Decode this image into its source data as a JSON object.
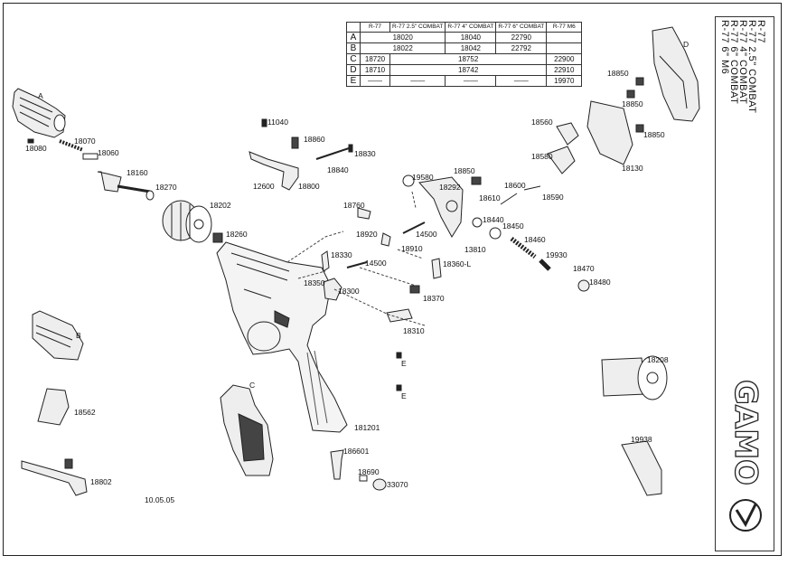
{
  "model_list": [
    "R-77",
    "R-77 2.5\" COMBAT",
    "R-77 4\" COMBAT",
    "R-77 6\" COMBAT",
    "R-77 6\" M6"
  ],
  "brand": "GAMO",
  "date": "10.05.05",
  "reference_table": {
    "headers": [
      "",
      "R-77",
      "R-77 2.5\" COMBAT",
      "R-77 4\" COMBAT",
      "R-77 6\" COMBAT",
      "R-77 M6"
    ],
    "rows": [
      {
        "variant": "A",
        "cells": [
          "18020",
          "18040",
          "22790"
        ]
      },
      {
        "variant": "B",
        "cells": [
          "18022",
          "18042",
          "22792"
        ]
      },
      {
        "variant": "C",
        "cells": [
          "18720",
          "18752",
          "22900"
        ]
      },
      {
        "variant": "D",
        "cells": [
          "18710",
          "18742",
          "22910"
        ]
      },
      {
        "variant": "E",
        "cells": [
          "——",
          "——",
          "——",
          "——",
          "19970"
        ]
      }
    ]
  },
  "part_labels": [
    "A",
    "18080",
    "18070",
    "18060",
    "18160",
    "18270",
    "18202",
    "18260",
    "11040",
    "18860",
    "18830",
    "18840",
    "12600",
    "18800",
    "18760",
    "18920",
    "18910",
    "14500",
    "18330",
    "14500",
    "18350",
    "18300",
    "18360-L",
    "18370",
    "18310",
    "E",
    "E",
    "181201",
    "186601",
    "18690",
    "33070",
    "19580",
    "18292",
    "18850",
    "18440",
    "18450",
    "13810",
    "18460",
    "19930",
    "18470",
    "18480",
    "18610",
    "18600",
    "18590",
    "18580",
    "18560",
    "18130",
    "18850",
    "18850",
    "18850",
    "D",
    "B",
    "18562",
    "18802",
    "C",
    "18208",
    "19938"
  ]
}
